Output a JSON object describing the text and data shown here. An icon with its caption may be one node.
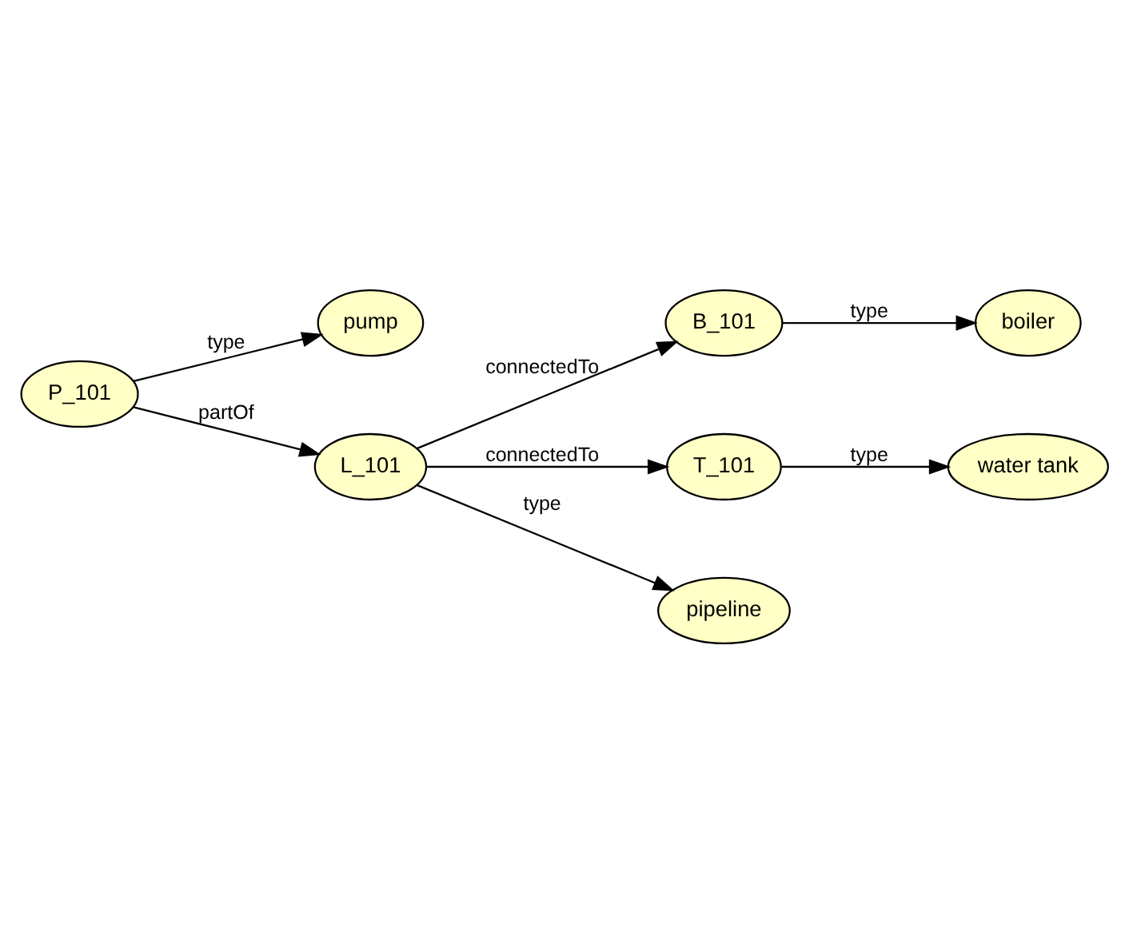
{
  "diagram": {
    "nodes": [
      {
        "text": [
          "pump"
        ]
      },
      {
        "text": [
          "P_101"
        ]
      },
      {
        "text": [
          "boiler"
        ]
      },
      {
        "text": [
          "B_101"
        ]
      },
      {
        "text": [
          "L_101"
        ]
      },
      {
        "text": [
          "T_101"
        ]
      },
      {
        "text": [
          "pipeline"
        ]
      },
      {
        "text": [
          "water tank"
        ]
      }
    ],
    "edges": [
      {
        "from": 1,
        "to": 0,
        "arrow": "to",
        "label": "type"
      },
      {
        "from": 1,
        "to": 4,
        "arrow": "to",
        "label": "partOf"
      },
      {
        "from": 4,
        "to": 3,
        "arrow": "to",
        "label": "connectedTo"
      },
      {
        "from": 3,
        "to": 2,
        "arrow": "to",
        "label": "type"
      },
      {
        "from": 4,
        "to": 5,
        "arrow": "to",
        "label": "connectedTo"
      },
      {
        "from": 5,
        "to": 7,
        "arrow": "to",
        "label": "type"
      },
      {
        "from": 4,
        "to": 6,
        "arrow": "to",
        "label": "type"
      }
    ]
  }
}
